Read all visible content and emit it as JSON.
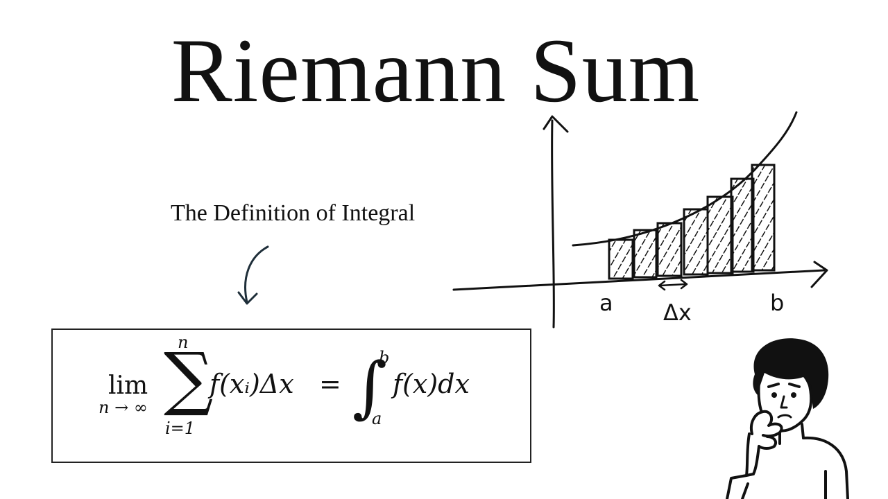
{
  "title": "Riemann Sum",
  "subtitle": "The Definition of Integral",
  "formula": {
    "lim": "lim",
    "lim_sub": "n → ∞",
    "sigma": "∑",
    "sum_upper": "n",
    "sum_lower": "i=1",
    "summand": "f(xᵢ)Δx",
    "equals": "=",
    "integral": "∫",
    "int_upper": "b",
    "int_lower": "a",
    "integrand": "f(x)dx"
  },
  "graph": {
    "label_a": "a",
    "label_delta_x": "Δx",
    "label_b": "b"
  },
  "colors": {
    "ink": "#111111",
    "arrow": "#1f2f3a",
    "background": "#ffffff"
  },
  "icons": {
    "arrow": "curved-down-arrow-icon",
    "person": "thinking-person-icon"
  }
}
